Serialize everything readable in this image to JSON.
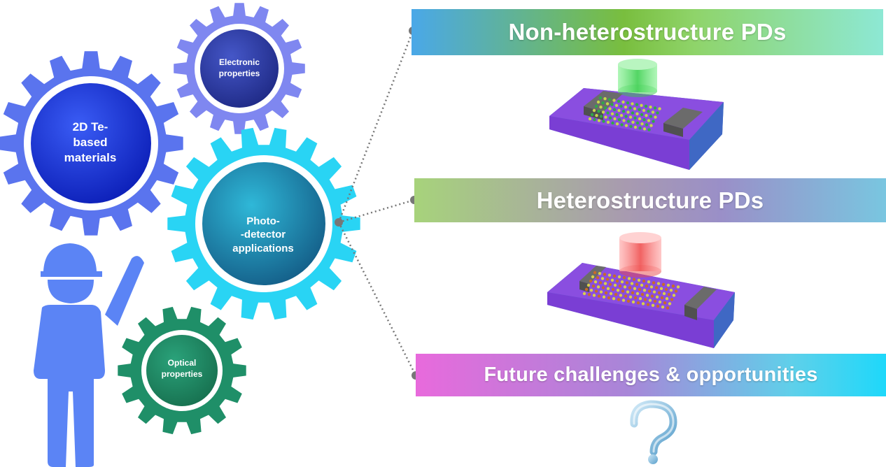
{
  "gears": {
    "te_materials": {
      "label": "2D Te-\nbased\nmaterials",
      "color": "#5a74ee",
      "inner": "#1a3ae0"
    },
    "electronic": {
      "label": "Electronic\nproperties",
      "color": "#7f87f0",
      "inner": "#2b3a9a"
    },
    "photodetector": {
      "label": "Photo-\n-detector\napplications",
      "color": "#29d4f4",
      "inner": "#1a8aa8"
    },
    "optical": {
      "label": "Optical\nproperties",
      "color": "#1f8f68",
      "inner": "#1f8f68"
    }
  },
  "banners": {
    "non_hetero": "Non-heterostructure PDs",
    "hetero": "Heterostructure PDs",
    "future": "Future challenges & opportunities"
  },
  "colors": {
    "person": "#5b84f5",
    "connector": "#777777",
    "substrate_top": "#8a4ee0",
    "substrate_side": "#4a7ad0",
    "electrode": "#6b6b6b",
    "beam_green": "#6ee27a",
    "beam_red": "#f07a7a",
    "question_mark": "#7fb6d8"
  },
  "icons": [
    "engineer-person-icon",
    "gear-icon",
    "laser-beam-icon",
    "device-icon",
    "question-mark-icon"
  ]
}
